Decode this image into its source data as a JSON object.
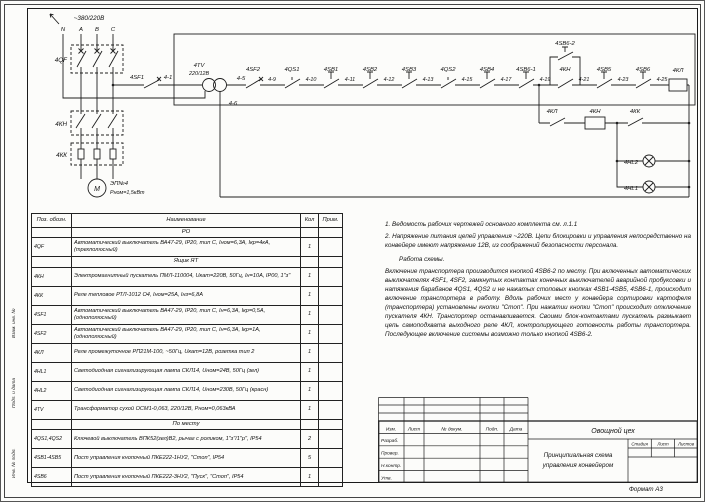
{
  "sheet": {
    "format": "Формат А3"
  },
  "margins": [
    "Инв. № подл.",
    "Подп. и дата",
    "Взам. инв. №"
  ],
  "schematic": {
    "supply": "~380/220В",
    "phases": {
      "n": "N",
      "a": "А",
      "b": "В",
      "c": "С"
    },
    "qf": "4QF",
    "kn": "4КН",
    "kk": "4КК",
    "motor": {
      "m": "М",
      "name": "ЭП№4",
      "power": "Рном=1,5кВт"
    },
    "sf1": {
      "label": "4SF1",
      "wire": "4-1"
    },
    "tv": {
      "label": "4TV",
      "ratio": "220/12В",
      "wire_top": "4-5",
      "wire_bottom": "4-6"
    },
    "chain": [
      {
        "label": "4SF2",
        "wire": "4-9"
      },
      {
        "label": "4QS1",
        "wire": "4-10"
      },
      {
        "label": "4SB1",
        "wire": "4-11"
      },
      {
        "label": "4SB2",
        "wire": "4-12"
      },
      {
        "label": "4SB3",
        "wire": "4-13"
      },
      {
        "label": "4QS2",
        "wire": "4-15"
      },
      {
        "label": "4SB4",
        "wire": "4-17"
      },
      {
        "label": "4SB6-1",
        "wire": "4-19"
      },
      {
        "label": "4КН",
        "wire": "4-21"
      },
      {
        "label": "4SB5",
        "wire": "4-23"
      },
      {
        "label": "4SB6",
        "wire": "4-25"
      }
    ],
    "start_button": "4SB6-2",
    "kl_coil": "4КЛ",
    "branch": {
      "kl": "4КЛ",
      "kn": "4КН",
      "kk": "4КК",
      "hl2": "4HL2",
      "hl1": "4HL1"
    }
  },
  "table": {
    "headers": [
      "Поз. обозн.",
      "Наименование",
      "Кол",
      "Прим."
    ],
    "rows": [
      {
        "section": "РО"
      },
      {
        "pos": "4QF",
        "name": "Автоматический выключатель ВА47-29, IP20, тип С, Iном=6,3А, Iкр=4кА, (трехполюсный)",
        "qty": "1"
      },
      {
        "section": "Ящик ЯТ"
      },
      {
        "pos": "4КН",
        "name": "Электромагнитный пускатель ПМЛ-110004, Uкат=220В, 50Гц, Iн=10А, IP00, 1\"з\"",
        "qty": "1"
      },
      {
        "pos": "4КК",
        "name": "Реле тепловое РТЛ-1012 О4, Iном=25А, Iнз=6,8А",
        "qty": "1"
      },
      {
        "pos": "4SF1",
        "name": "Автоматический выключатель ВА47-29, IP20, тип С, Iн=6,3А, Iкр=0,5А, (однополюсный)",
        "qty": "1"
      },
      {
        "pos": "4SF2",
        "name": "Автоматический выключатель ВА47-29, IP20, тип С, Iн=6,3А, Iкр=1А, (однополюсный)",
        "qty": "1"
      },
      {
        "pos": "4КЛ",
        "name": "Реле промежуточное РП21М-100, ~50Гц, Uкат=12В, розетка тип 2",
        "qty": "1"
      },
      {
        "pos": "4HL1",
        "name": "Светодиодная сигнализирующая лампа СКЛ14, Uном=24В, 50Гц (зел)",
        "qty": "1"
      },
      {
        "pos": "4HL2",
        "name": "Светодиодная сигнализирующая лампа СКЛ14, Uном=230В, 50Гц (красн)",
        "qty": "1"
      },
      {
        "pos": "4TV",
        "name": "Трансформатор сухой ОСМ1-0,063, 220/12В, Рном=0,063кВА",
        "qty": "1"
      },
      {
        "section": "По месту"
      },
      {
        "pos": "4QS1,4QS2",
        "name": "Ключевой выключатель ВПК52(зел)В2, рычаг с роликом, 1\"з\"/1\"р\", IP54",
        "qty": "2"
      },
      {
        "pos": "4SB1-4SB5",
        "name": "Пост управления кнопочный ПКЕ222-1НУ2, \"Стоп\", IP54",
        "qty": "5"
      },
      {
        "pos": "4SB6",
        "name": "Пост управления кнопочный ПКЕ222-3НУ2, \"Пуск\", \"Стоп\", IP54",
        "qty": "1"
      }
    ]
  },
  "notes": {
    "n1": "1. Ведомость рабочих чертежей основного комплекта см. л.1.1",
    "n2": "2. Напряжение питания цепей управления ~220В. Цепи блокировки и управления непосредственно на конвейере имеют напряжение 12В, из соображений безопасности персонала.",
    "work_title": "Работа схемы.",
    "work_text": "Включение транспортера производится кнопкой 4SB6-2 по месту. При включенных автоматических выключателях 4SF1, 4SF2, замкнутых контактах конечных выключателей аварийной пробуксовки и натяжения барабанов 4QS1, 4QS2 и не нажатых стоповых кнопках 4SB1-4SB5, 4SB6-1, происходит включение транспортера в работу. Вдоль рабочих мест у конвейера сортировки картофеля (транспортера) установлены кнопки \"Стоп\". При нажатии кнопки \"Стоп\" происходит отключение пускателя 4КН. Транспортер останавливается. Своими блок-контактами пускатель размыкает цепь самоподхвата выходного реле 4КЛ, контролирующего готовность работы транспортера. Последующее включение системы возможно только кнопкой 4SB6-2."
  },
  "titleblock": {
    "cols": [
      "Изм.",
      "Лист",
      "№ докум.",
      "Подп.",
      "Дата"
    ],
    "roles": [
      "Разраб.",
      "Провер.",
      "Н.контр.",
      "Утв."
    ],
    "object": "Овощной цех",
    "title_l1": "Принципиальная схема",
    "title_l2": "управления конвейером",
    "stage": [
      "Стадия",
      "Лист",
      "Листов"
    ]
  }
}
